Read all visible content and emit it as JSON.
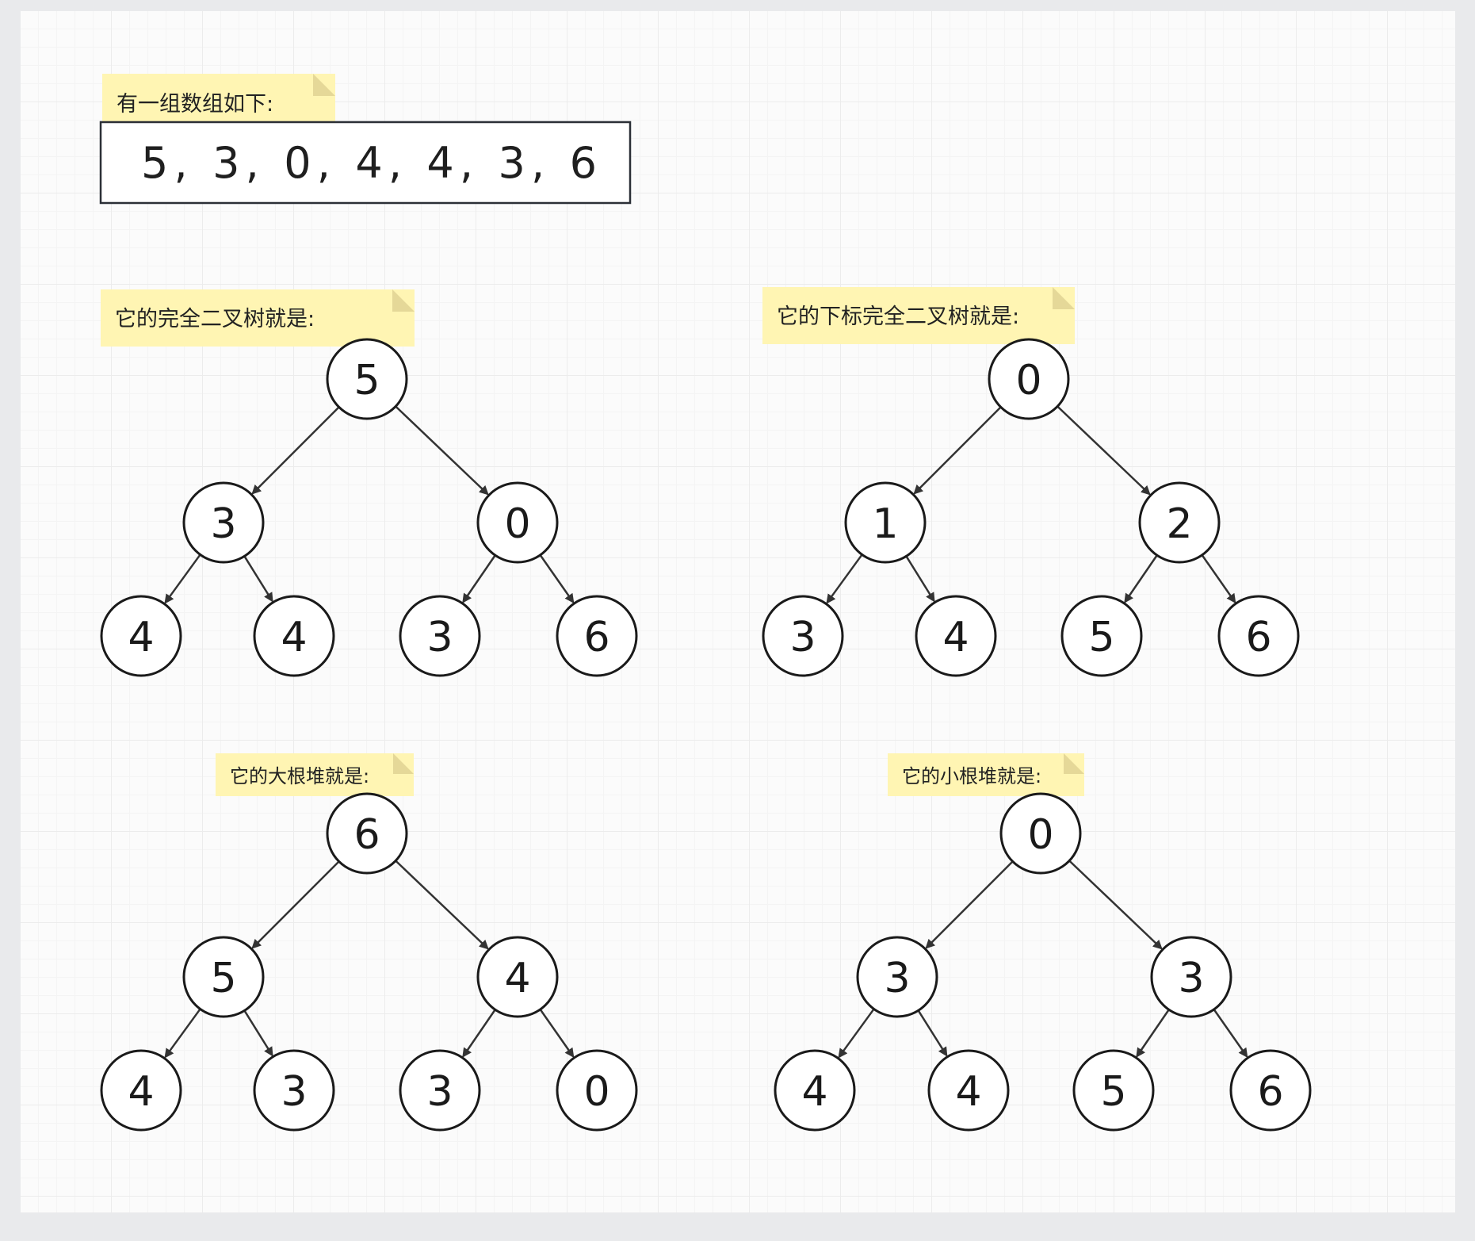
{
  "array_note": {
    "label": "有一组数组如下:"
  },
  "array": {
    "values": [
      5,
      3,
      0,
      4,
      4,
      3,
      6
    ],
    "text": "5, 3, 0, 4, 4, 3, 6"
  },
  "trees": [
    {
      "id": "complete-tree",
      "title": "它的完全二叉树就是:",
      "nodes": [
        5,
        3,
        0,
        4,
        4,
        3,
        6
      ]
    },
    {
      "id": "index-tree",
      "title": "它的下标完全二叉树就是:",
      "nodes": [
        0,
        1,
        2,
        3,
        4,
        5,
        6
      ]
    },
    {
      "id": "max-heap",
      "title": "它的大根堆就是:",
      "nodes": [
        6,
        5,
        4,
        4,
        3,
        3,
        0
      ]
    },
    {
      "id": "min-heap",
      "title": "它的小根堆就是:",
      "nodes": [
        0,
        3,
        3,
        4,
        4,
        5,
        6
      ]
    }
  ]
}
